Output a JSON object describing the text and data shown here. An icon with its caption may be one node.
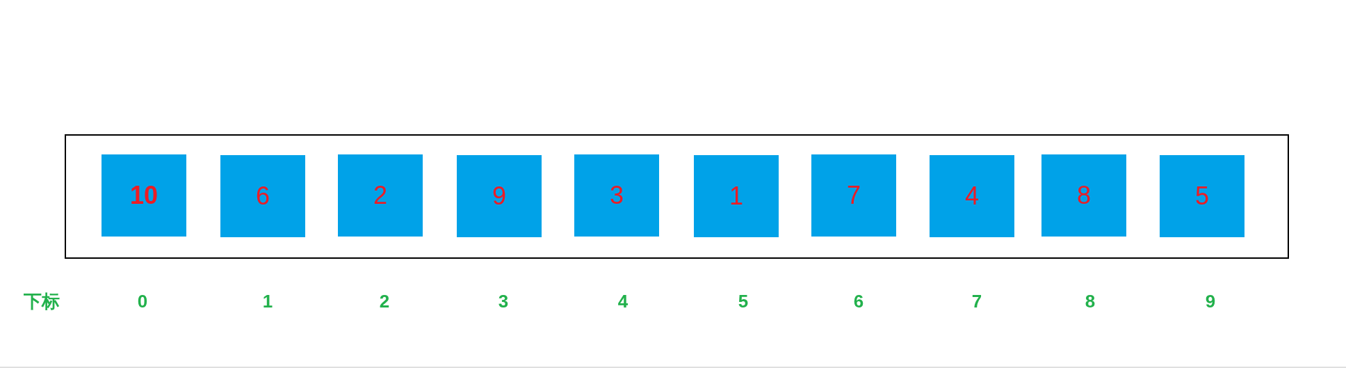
{
  "diagram": {
    "nodes": [
      {
        "text": [],
        "shape": "box"
      },
      {
        "text": [
          "10"
        ],
        "in": 0
      },
      {
        "text": [
          "6"
        ],
        "in": 0
      },
      {
        "text": [
          "2"
        ],
        "in": 0
      },
      {
        "text": [
          "9"
        ],
        "in": 0
      },
      {
        "text": [
          "3"
        ],
        "in": 0
      },
      {
        "text": [
          "1"
        ],
        "in": 0
      },
      {
        "text": [
          "7"
        ],
        "in": 0
      },
      {
        "text": [
          "4"
        ],
        "in": 0
      },
      {
        "text": [
          "8"
        ],
        "in": 0
      },
      {
        "text": [
          "5"
        ],
        "in": 0
      }
    ],
    "labels": [
      "下标",
      "0",
      "1",
      "2",
      "3",
      "4",
      "5",
      "6",
      "7",
      "8",
      "9"
    ]
  }
}
